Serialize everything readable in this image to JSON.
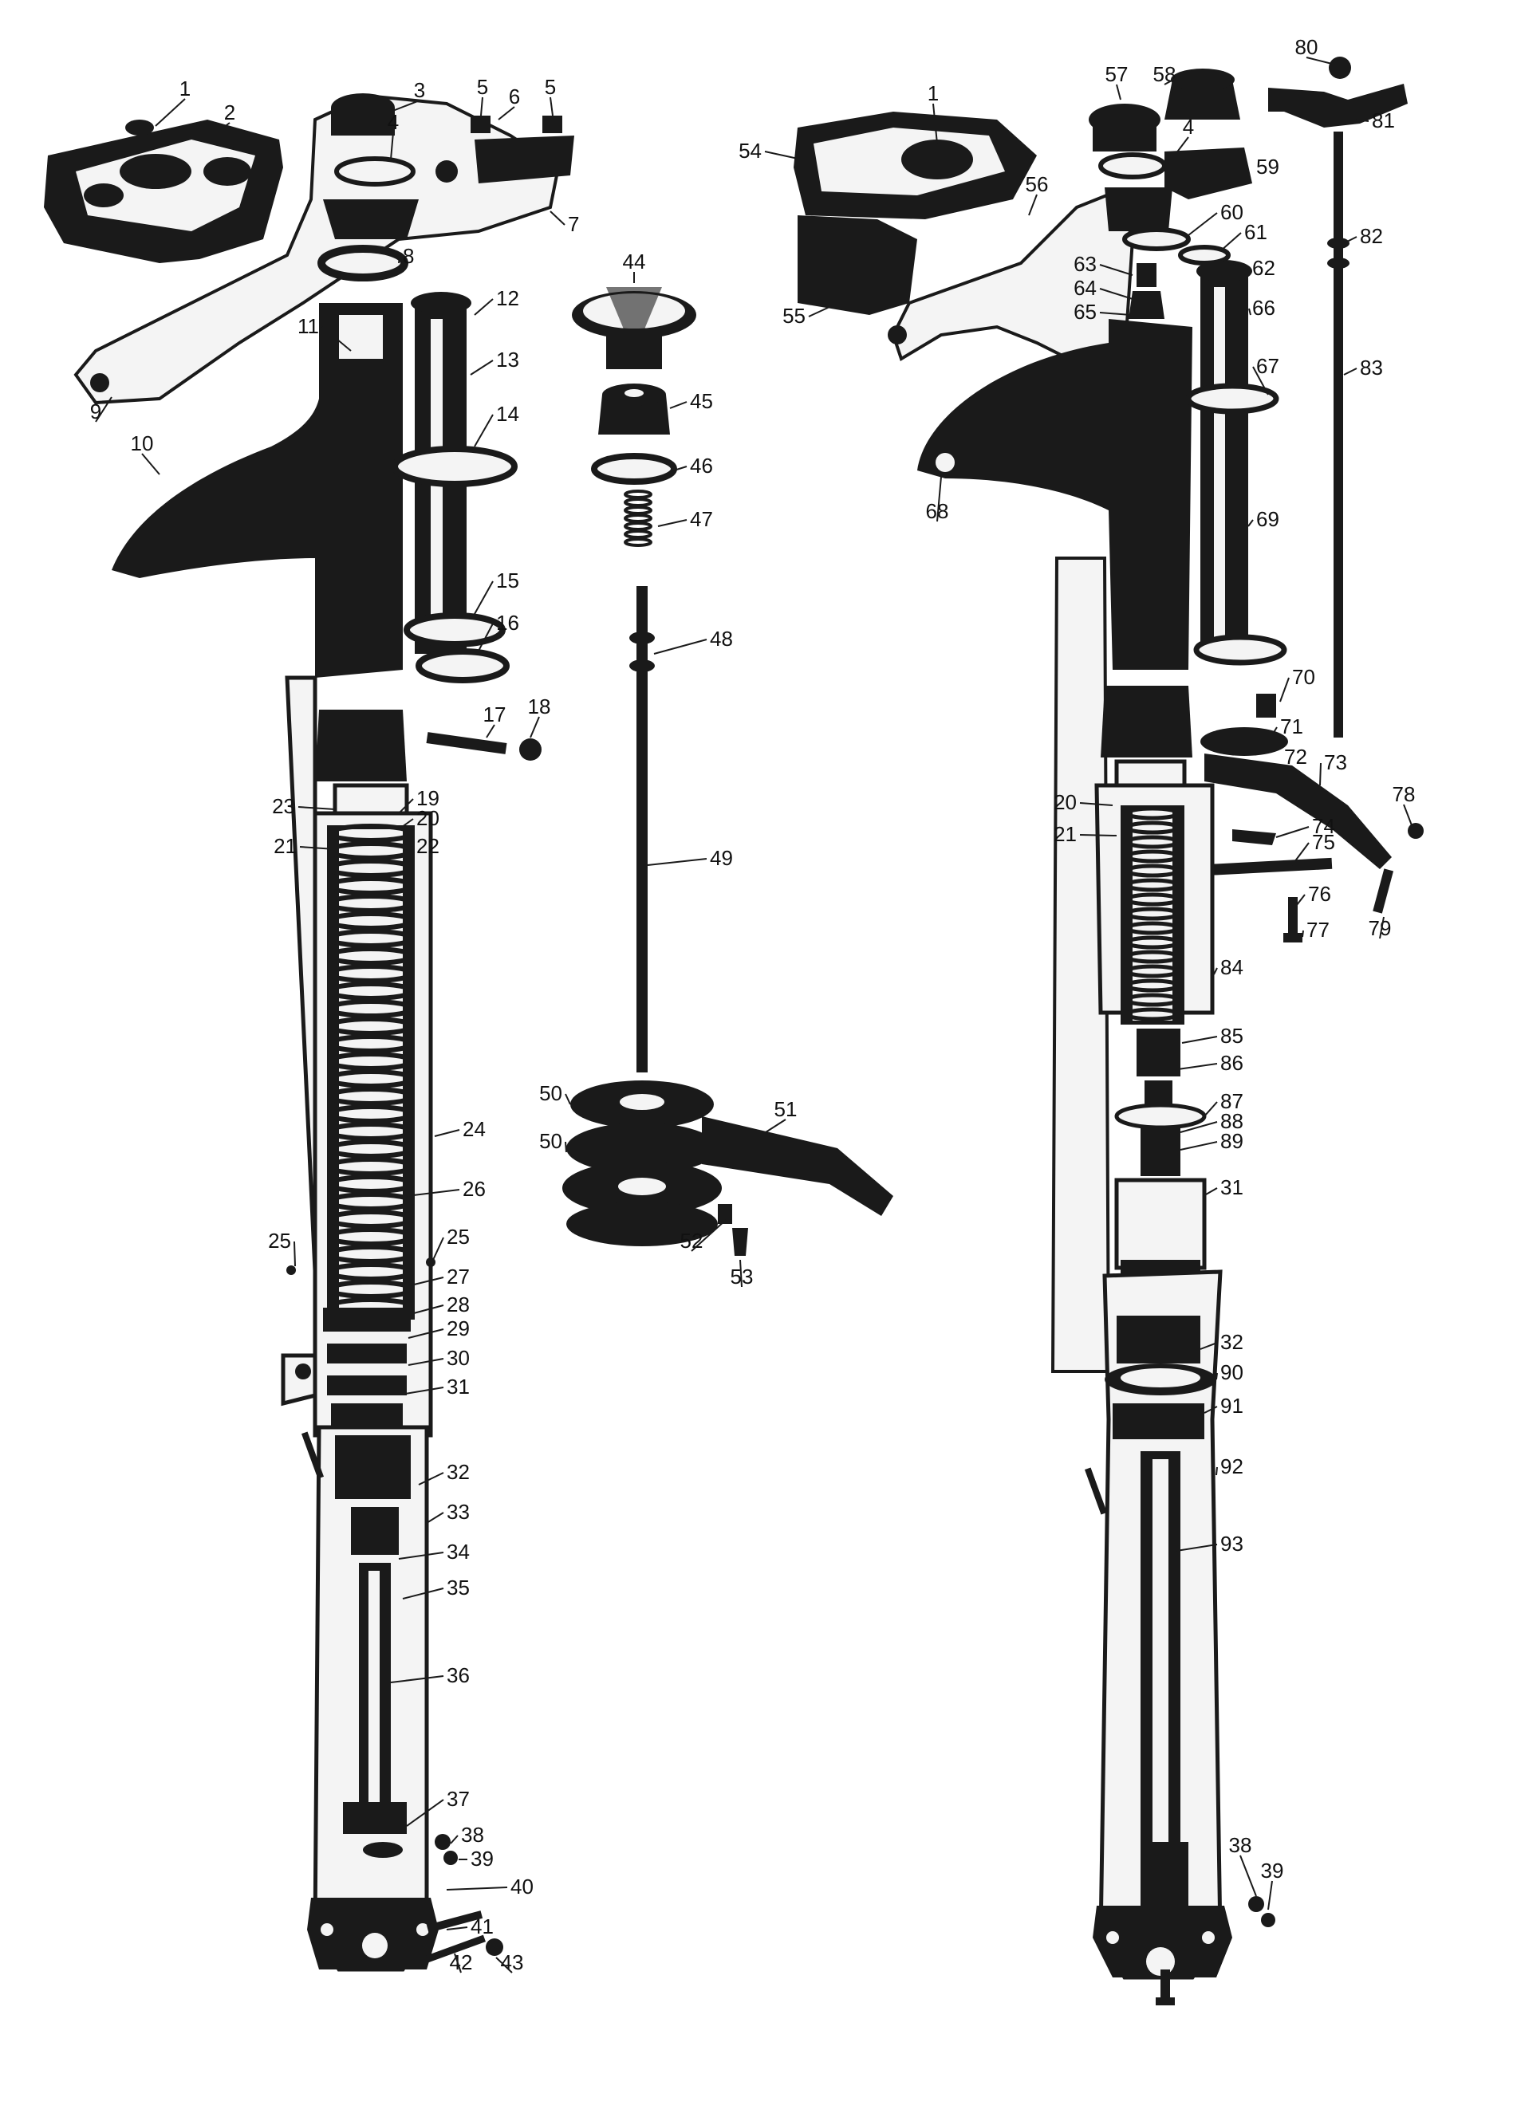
{
  "labels": [
    "1",
    "2",
    "3",
    "4",
    "5",
    "6",
    "7",
    "8",
    "9",
    "10",
    "11",
    "12",
    "13",
    "14",
    "15",
    "16",
    "17",
    "18",
    "19",
    "20",
    "21",
    "22",
    "23",
    "24",
    "25",
    "26",
    "27",
    "28",
    "29",
    "30",
    "31",
    "32",
    "33",
    "34",
    "35",
    "36",
    "37",
    "38",
    "39",
    "40",
    "41",
    "42",
    "43",
    "44",
    "45",
    "46",
    "47",
    "48",
    "49",
    "50",
    "51",
    "52",
    "53",
    "54",
    "55",
    "56",
    "57",
    "58",
    "59",
    "60",
    "61",
    "62",
    "63",
    "64",
    "65",
    "66",
    "67",
    "68",
    "69",
    "70",
    "71",
    "72",
    "73",
    "74",
    "75",
    "76",
    "77",
    "78",
    "79",
    "80",
    "81",
    "82",
    "83",
    "84",
    "85",
    "86",
    "87",
    "88",
    "89",
    "90",
    "91",
    "92",
    "93"
  ]
}
